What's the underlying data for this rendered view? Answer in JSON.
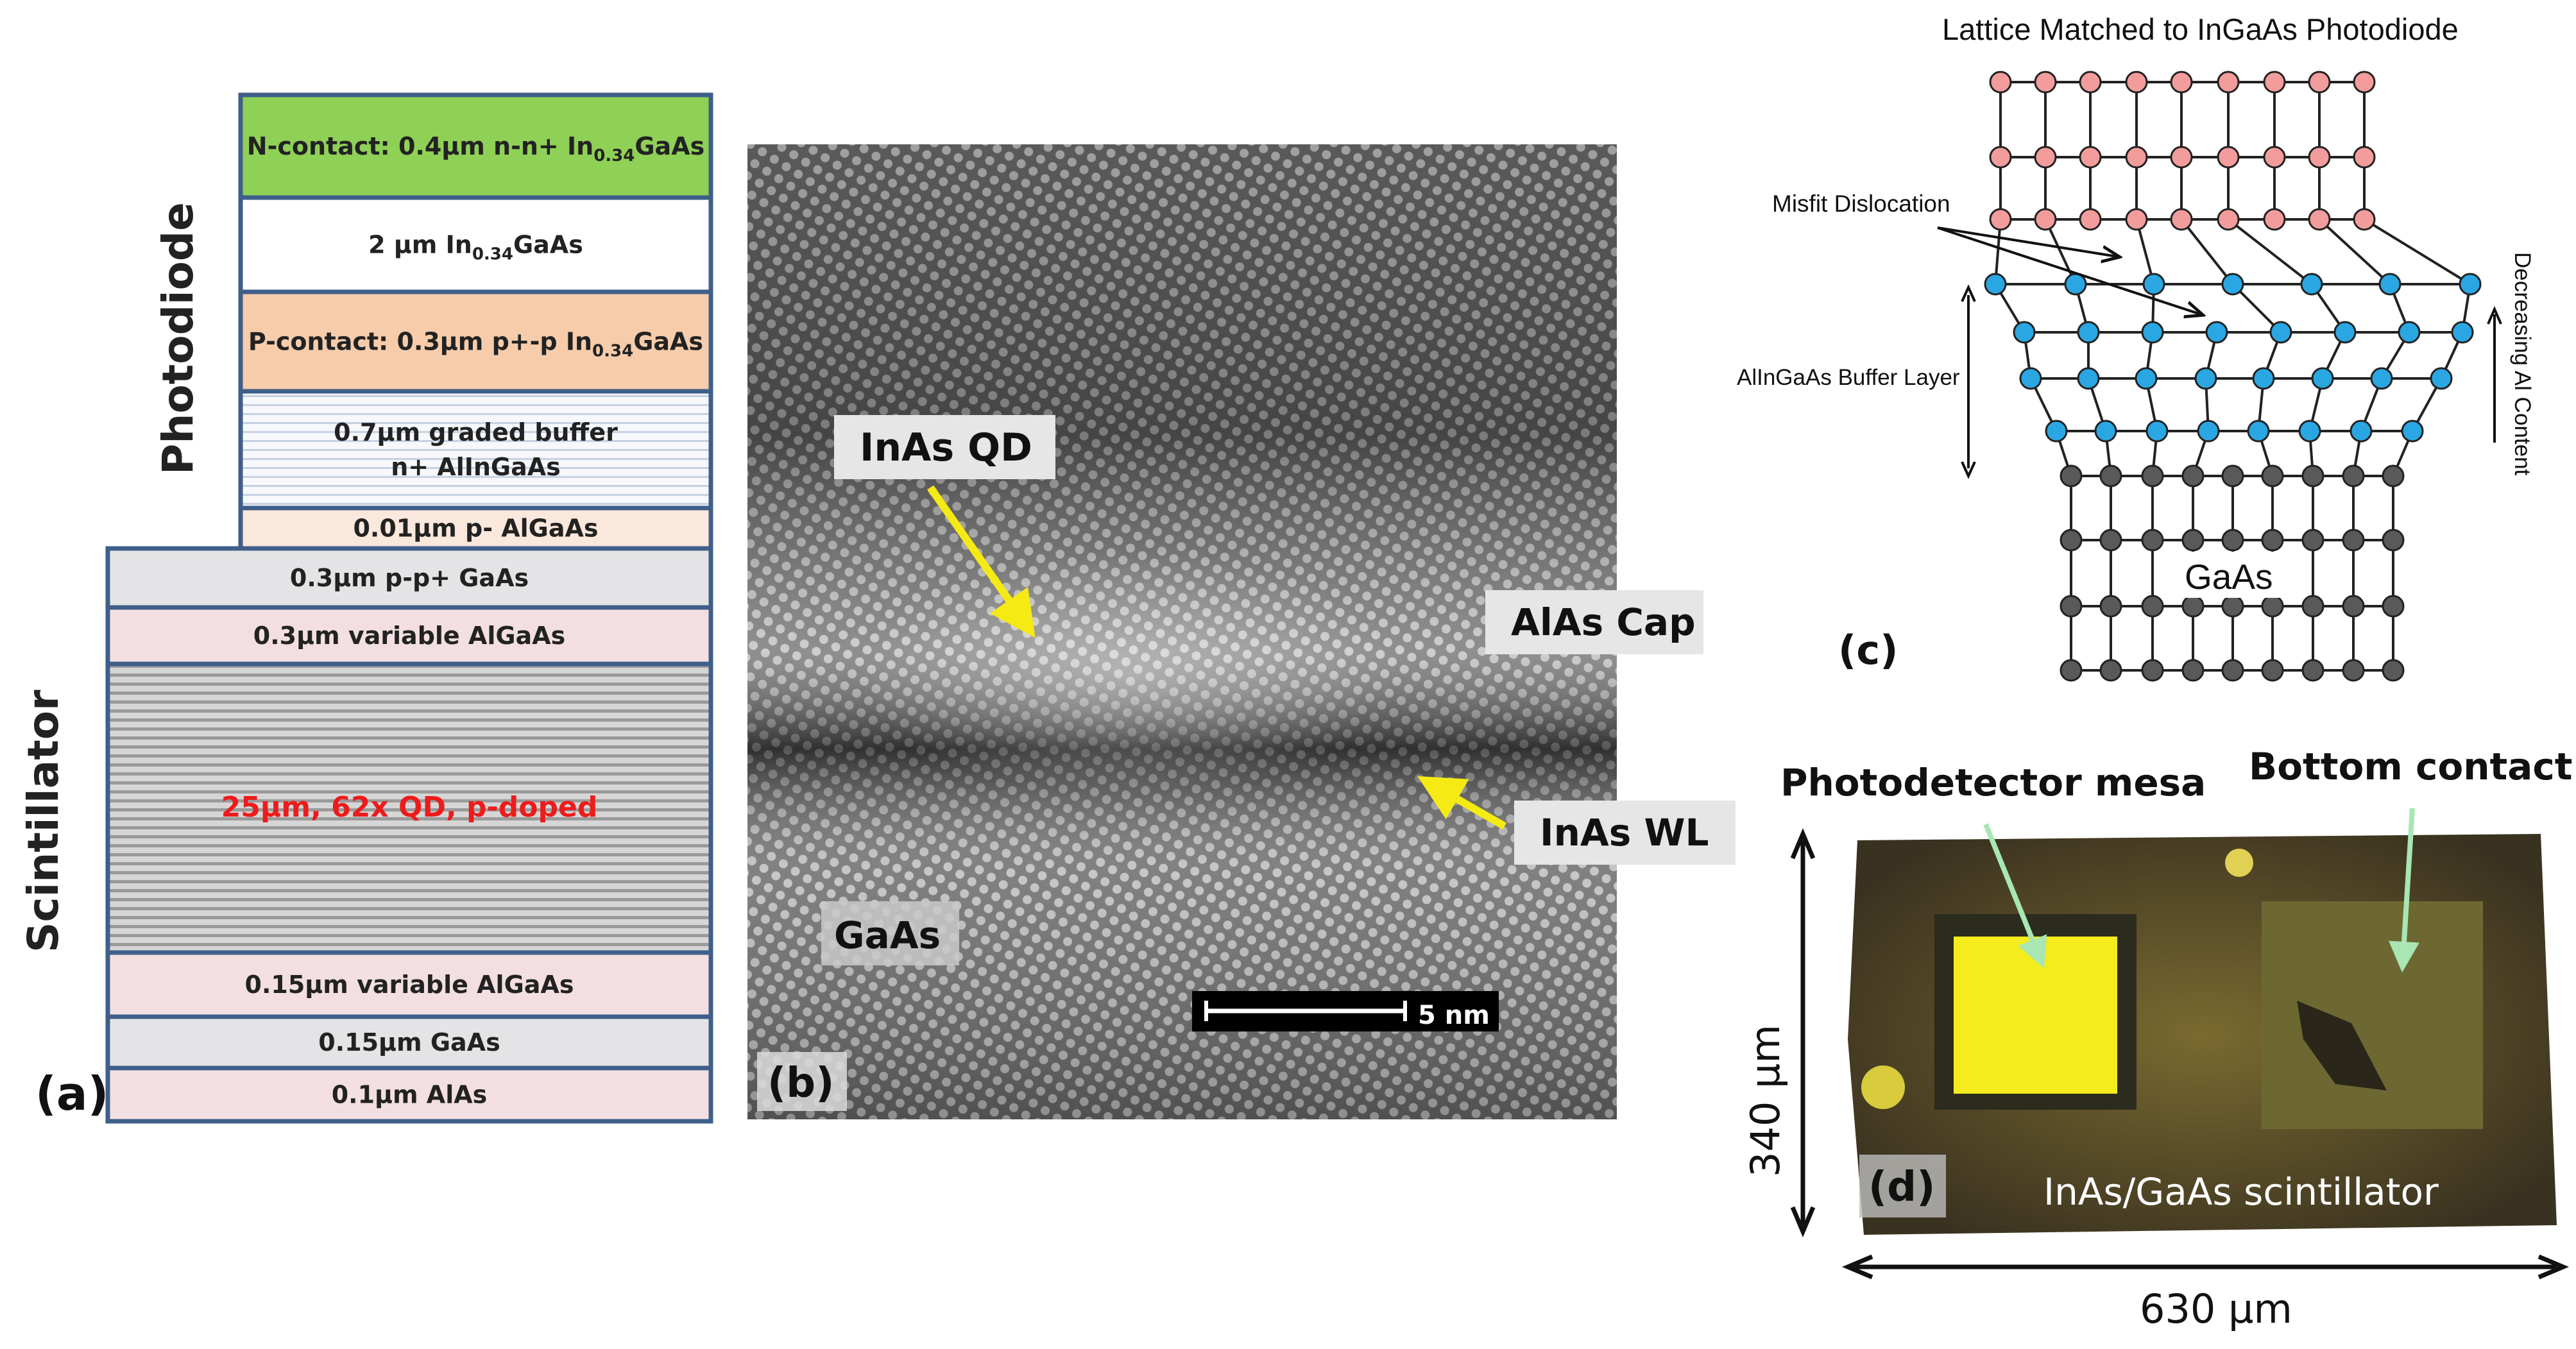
{
  "panel_a": {
    "tag": "(a)",
    "group_top": "Photodiode",
    "group_bottom": "Scintillator",
    "layers": [
      {
        "pre": "N-contact: 0.4µm n-n+ In",
        "sub": "0.34",
        "post": "GaAs",
        "fill": "#8fd056",
        "kind": "plain"
      },
      {
        "pre": "2 µm In",
        "sub": "0.34",
        "post": "GaAs",
        "fill": "#ffffff",
        "kind": "plain"
      },
      {
        "pre": "P-contact: 0.3µm p+-p In",
        "sub": "0.34",
        "post": "GaAs",
        "fill": "#f6ccab",
        "kind": "plain"
      },
      {
        "line1": "0.7µm graded buffer",
        "line2": "n+ AlInGaAs",
        "fill": "#f2f6fb",
        "kind": "striped-light"
      },
      {
        "text": "0.01µm p- AlGaAs",
        "fill": "#fbe8dc",
        "kind": "plain"
      },
      {
        "text": "0.3µm p-p+ GaAs",
        "fill": "#e4e4e6",
        "kind": "plain"
      },
      {
        "text": "0.3µm variable AlGaAs",
        "fill": "#f3dfe1",
        "kind": "plain"
      },
      {
        "text": "25µm, 62x QD, p-doped",
        "fill": "#d8d8d8",
        "kind": "striped-dark",
        "text_color": "#ee1b1b"
      },
      {
        "text": "0.15µm variable AlGaAs",
        "fill": "#f3dfe1",
        "kind": "plain"
      },
      {
        "text": "0.15µm GaAs",
        "fill": "#e4e4e6",
        "kind": "plain"
      },
      {
        "text": "0.1µm AlAs",
        "fill": "#f3dfe1",
        "kind": "plain"
      }
    ]
  },
  "panel_b": {
    "tag": "(b)",
    "labels": {
      "qd": "InAs QD",
      "cap": "AlAs Cap",
      "wl": "InAs WL",
      "gaas": "GaAs"
    },
    "scale_bar": "5 nm",
    "arrow_color": "#f5ea14"
  },
  "panel_c": {
    "tag": "(c)",
    "title": "Lattice Matched to InGaAs Photodiode",
    "misfit": "Misfit Dislocation",
    "buffer": "AlInGaAs Buffer Layer",
    "decreasing": "Decreasing Al Content",
    "substrate": "GaAs",
    "colors": {
      "top": "#f29c9c",
      "mid": "#2aa7e3",
      "bottom": "#595959"
    }
  },
  "panel_d": {
    "tag": "(d)",
    "mesa": "Photodetector mesa",
    "contact": "Bottom contact",
    "scint": "InAs/GaAs scintillator",
    "height": "340 µm",
    "width": "630 µm"
  }
}
